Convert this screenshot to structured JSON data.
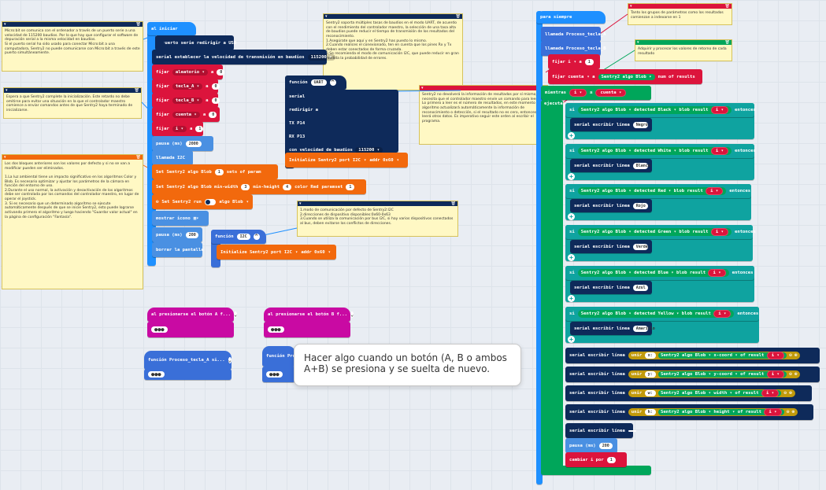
{
  "notes": {
    "n1": "Micro:bit se comunica con el ordenador a través de un puerto serie a una velocidad de 115200 baudios. Por lo que hay que configurar el software de depuración serial a la misma velocidad en baudios.\nSi el puerto serial ha sido usado para conectar Micro:bit a una computadora, Sentry2 no puede comunicarse con Micro:bit a través de este puerto simultáneamente.",
    "n2": "Espera a que Sentry2 complete la inicialización. Este retardo no debe omitirse para evitar una situación en la que el controlador maestro comience a enviar comandos antes de que Sentry2 haya terminado de inicializarse.",
    "n3": "Los dos bloques anteriores son los valores por defecto y si no se van a modificar pueden ser eliminados.\n\n1.La luz ambiental tiene un impacto significativo en los algoritmos Color y Blob. Es necesario optimizar y ajustar los parámetros de la cámara en función del entorno de uso.\n2.Durante el uso normal, la activación y desactivación de los algoritmos debe ser controlada por los comandos del controlador maestro, en lugar de operar el joystick.\n3. Si es necesario que un determinado algoritmo se ejecute automáticamente después de que se inicie Sentry2, esto puede lograrse activando primero el algoritmo y luego haciendo \"Guardar valor actual\" en la página de configuración \"Fantasía\".",
    "n4": "Sentry2 soporta múltiples tasas de baudios en el modo UART, de acuerdo con el rendimiento del controlador maestro, la selección de una tasa alta de baudios puede reducir el tiempo de transmisión de los resultados del reconocimiento.\n1.Asegúrate que aquí y en Sentry2 has puesto lo mismo.\n2.Cuando realices el conexionado, ten en cuenta que los pines Rx y Tx deben estar conectados de forma cruzada.\n3.Se recomienda el modo de comunicación I2C, que puede reducir en gran medida la probabilidad de errores.",
    "n5": "1.modo de comunicación por defecto de Sentry2:I2C\n2.direcciones de dispositivo disponibles:0x60-0x63\n3.Cuando se utiliza la comunicación por bus I2C, si hay varios dispositivos conectados al bus, deben evitarse los conflictos de direcciones.",
    "n6": "Sentry2 no devolverá la información de resultados por sí mismo, necesita que el controlador maestro envíe un comando para leerla. Lo primero a leer es el número de resultados, en este momento el algoritmo actualizará automáticamente la información de reconocimiento o detección, si el resultado no es cero, entonces leerá otros datos. Es imperativo seguir este orden al escribir el programa.",
    "n7": "Tanto los grupos de parámetros como los resultados comienzan a indexarse en 1",
    "n8": "Adquirir y procesar los valores de retorno de cada resultado"
  },
  "start": {
    "hat": "al iniciar",
    "redirect": "puerto serie redirigir a USB",
    "baud": "serial establecer la velocidad de transmisión en baudios",
    "baud_val": "115200",
    "set": "fijar",
    "eq": "a",
    "vars": [
      "aleatorio",
      "tecla_A",
      "tecla_B",
      "cuenta",
      "i"
    ],
    "vals": [
      "0",
      "0",
      "0",
      "0",
      "1"
    ],
    "pause": "pausa (ms)",
    "pause_val": "2000",
    "call_i2c": "llamada I2C",
    "setblob": "Set  Sentry2  algo  Blob",
    "setblob_n": "1",
    "setsof": "sets of param",
    "setblob2": "Set  Sentry2  algo Blob  min-width",
    "mw": "3",
    "mh_label": "min-height",
    "mh": "4",
    "color_label": "color  Red",
    "paramset": "paramset",
    "ps": "1",
    "setrun": "Set  Sentry2  run",
    "algo_blob": "algo  Blob",
    "show_icon": "mostrar icono",
    "pause2_val": "200",
    "clear": "borrar la pantalla"
  },
  "uart": {
    "hat": "función UART",
    "hat_label": "UART",
    "serial": "serial",
    "redirect": "redirigir a",
    "tx": "TX  P14",
    "rx": "RX  P13",
    "baud": "con velocidad de baudios",
    "baud_val": "115200",
    "init": "Initialize  Sentry2  port  I2C",
    "addr": "addr  0x60"
  },
  "i2c": {
    "hat": "función I2C",
    "hat_label": "I2C",
    "init": "Initialize  Sentry2  port  I2C",
    "addr": "addr  0x60"
  },
  "buttons": {
    "a": "al presionarse el botón A f...",
    "b": "al presionarse el botón B f...",
    "fa": "función Proceso_tecla_A  si...",
    "fb": "función Proce",
    "dots": "●●●"
  },
  "tooltip": "Hacer algo cuando un botón (A, B o ambos A+B) se presiona y se suelta de nuevo.",
  "forever": {
    "hat": "para siempre",
    "call_a": "llamada Proceso_tecla_A",
    "call_b": "llamada Proceso_tecla_B",
    "set_i": "fijar  i",
    "one": "1",
    "set_cuenta": "fijar  cuenta",
    "algo": "Sentry2  algo  Blob",
    "num_res": "num of results",
    "while": "mientras",
    "le": "≤",
    "cuenta": "cuenta",
    "exec": "ejecutar",
    "if": "si",
    "then": "entonces",
    "detected": "detected",
    "blob_result": "blob result",
    "i": "i",
    "write_line": "serial escribir línea",
    "colors": [
      "Black",
      "White",
      "Red",
      "Green",
      "Blue",
      "Yellow"
    ],
    "names": [
      "Negro",
      "Blanco",
      "Rojo",
      "Verde",
      "Azul",
      "Amarillo"
    ],
    "join": "unir",
    "x": "x:",
    "y": "y:",
    "w": "w:",
    "h": "h:",
    "xc": "x-coord",
    "yc": "y-coord",
    "wd": "width",
    "ht": "height",
    "of_result": "of result",
    "empty": " ",
    "pause": "pausa (ms)",
    "pause_val": "200",
    "change": "cambiar  i  por",
    "change_val": "1"
  }
}
